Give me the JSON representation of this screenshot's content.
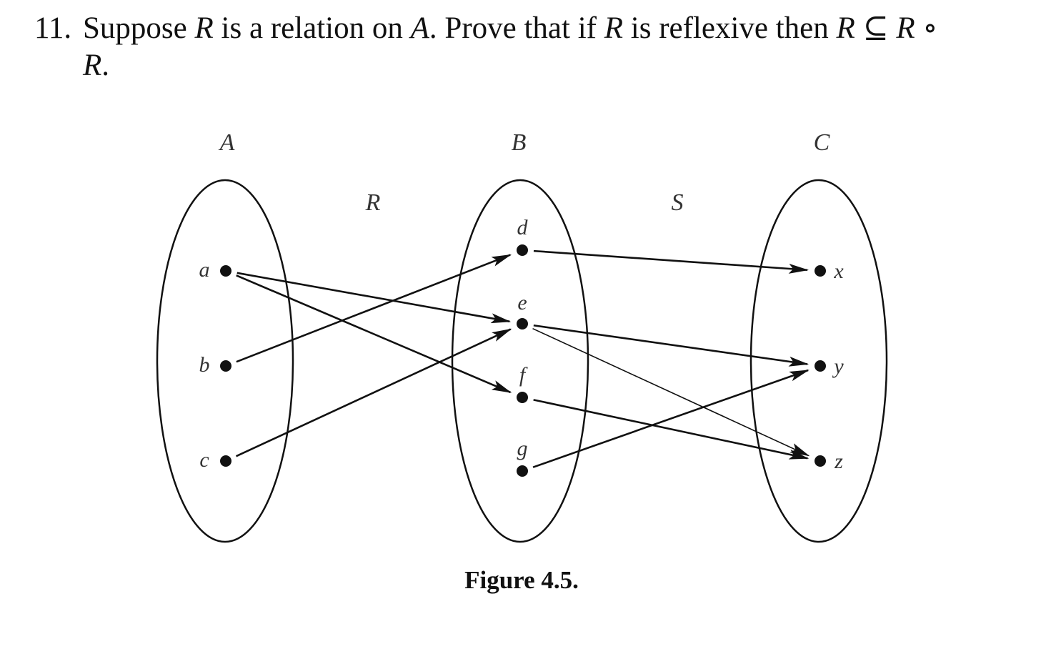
{
  "problem": {
    "number": "11.",
    "parts": [
      {
        "t": "Suppose ",
        "i": false
      },
      {
        "t": "R",
        "i": true
      },
      {
        "t": " is a relation on ",
        "i": false
      },
      {
        "t": "A",
        "i": true
      },
      {
        "t": ". Prove that if ",
        "i": false
      },
      {
        "t": "R",
        "i": true
      },
      {
        "t": " is reflexive then ",
        "i": false
      },
      {
        "t": "R",
        "i": true
      },
      {
        "t": " ⊆ ",
        "i": false
      },
      {
        "t": "R",
        "i": true
      },
      {
        "t": " ∘",
        "i": false
      }
    ],
    "line2": [
      {
        "t": "R",
        "i": true
      },
      {
        "t": ".",
        "i": false
      }
    ]
  },
  "figure": {
    "sets": [
      {
        "id": "A",
        "label": "A"
      },
      {
        "id": "B",
        "label": "B"
      },
      {
        "id": "C",
        "label": "C"
      }
    ],
    "relations": [
      {
        "id": "R",
        "label": "R"
      },
      {
        "id": "S",
        "label": "S"
      }
    ],
    "points": [
      {
        "id": "a",
        "label": "a",
        "set": "A"
      },
      {
        "id": "b",
        "label": "b",
        "set": "A"
      },
      {
        "id": "c",
        "label": "c",
        "set": "A"
      },
      {
        "id": "d",
        "label": "d",
        "set": "B"
      },
      {
        "id": "e",
        "label": "e",
        "set": "B"
      },
      {
        "id": "f",
        "label": "f",
        "set": "B"
      },
      {
        "id": "g",
        "label": "g",
        "set": "B"
      },
      {
        "id": "x",
        "label": "x",
        "set": "C"
      },
      {
        "id": "y",
        "label": "y",
        "set": "C"
      },
      {
        "id": "z",
        "label": "z",
        "set": "C"
      }
    ],
    "edges": [
      {
        "from": "a",
        "to": "e"
      },
      {
        "from": "a",
        "to": "f"
      },
      {
        "from": "b",
        "to": "d"
      },
      {
        "from": "c",
        "to": "e"
      },
      {
        "from": "d",
        "to": "x"
      },
      {
        "from": "e",
        "to": "y"
      },
      {
        "from": "e",
        "to": "z"
      },
      {
        "from": "f",
        "to": "z"
      },
      {
        "from": "g",
        "to": "y"
      }
    ],
    "caption": "Figure 4.5."
  }
}
